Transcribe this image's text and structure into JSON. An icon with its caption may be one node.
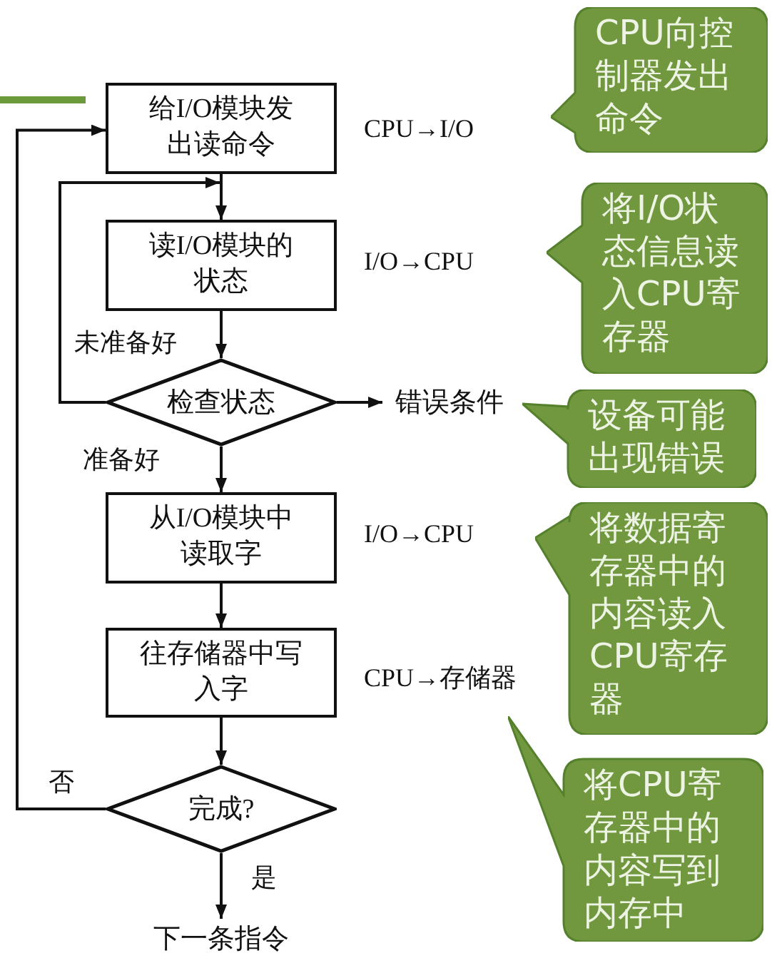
{
  "diagram": {
    "nodes": [
      {
        "text": [
          "给I/O模块发出读命令"
        ],
        "beside": [
          "CPU→I/O"
        ]
      },
      {
        "text": [
          "读I/O模块的状态"
        ],
        "beside": [
          "I/O→CPU"
        ]
      },
      {
        "text": [
          "检查状态"
        ]
      },
      {
        "text": [
          "错误条件"
        ]
      },
      {
        "text": [
          "从I/O模块中读取字"
        ],
        "beside": [
          "I/O→CPU"
        ]
      },
      {
        "text": [
          "往存储器中写入字"
        ],
        "beside": [
          "CPU→存储器"
        ]
      },
      {
        "text": [
          "完成?"
        ]
      },
      {
        "text": [
          "下一条指令"
        ]
      },
      {
        "text": [
          "CPU向控制器发出命令"
        ]
      },
      {
        "text": [
          "将I/O状态信息读入CPU寄存器"
        ]
      },
      {
        "text": [
          "设备可能出现错误"
        ]
      },
      {
        "text": [
          "将数据寄存器中的内容读入CPU寄存器"
        ]
      },
      {
        "text": [
          "将CPU寄存器中的内容写到内存中"
        ]
      }
    ],
    "edges": [
      {
        "from": 0,
        "to": 1,
        "arrow": "to"
      },
      {
        "from": 1,
        "to": 2,
        "arrow": "to"
      },
      {
        "from": 2,
        "to": 1,
        "arrow": "to",
        "label": "未准备好"
      },
      {
        "from": 2,
        "to": 3,
        "arrow": "to"
      },
      {
        "from": 2,
        "to": 4,
        "arrow": "to",
        "label": "准备好"
      },
      {
        "from": 4,
        "to": 5,
        "arrow": "to"
      },
      {
        "from": 5,
        "to": 6,
        "arrow": "to"
      },
      {
        "from": 6,
        "to": 0,
        "arrow": "to",
        "label": "否"
      },
      {
        "from": 6,
        "to": 7,
        "arrow": "to",
        "label": "是"
      }
    ]
  }
}
